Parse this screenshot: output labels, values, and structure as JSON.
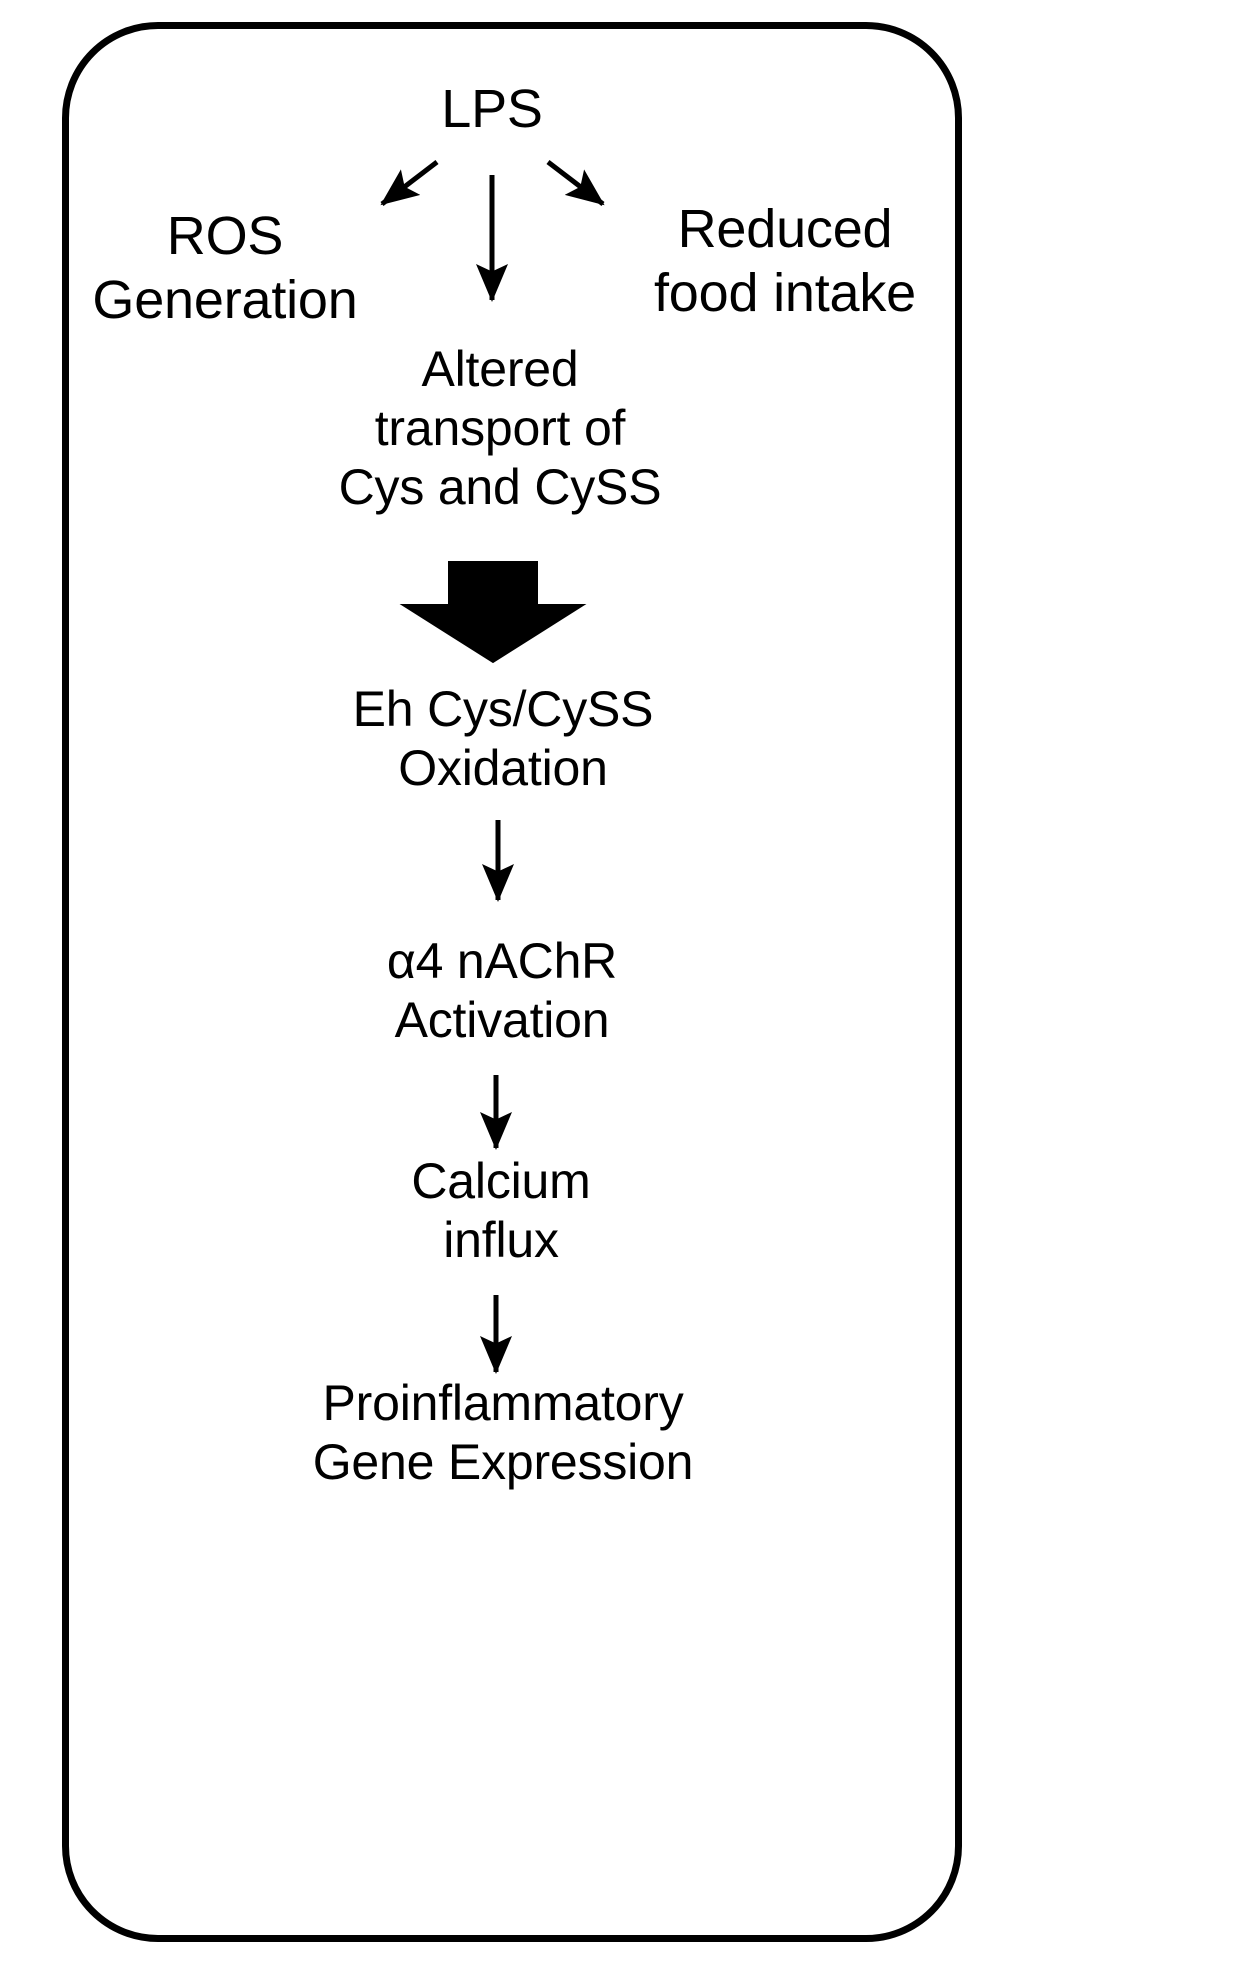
{
  "diagram": {
    "title": "LPS signaling pathway to proinflammatory gene expression",
    "container_shape": "rounded-rectangle",
    "stroke_color": "#000000",
    "text_color": "#000000",
    "background_color": "#ffffff",
    "nodes": [
      {
        "id": "lps",
        "label": "LPS",
        "font_size": 54
      },
      {
        "id": "ros",
        "label": "ROS\nGeneration",
        "font_size": 54
      },
      {
        "id": "reduced_food",
        "label": "Reduced\nfood intake",
        "font_size": 54
      },
      {
        "id": "altered",
        "label": "Altered\ntransport of\nCys and CySS",
        "font_size": 50
      },
      {
        "id": "eh_oxidation",
        "label": "Eh Cys/CySS\nOxidation",
        "font_size": 50
      },
      {
        "id": "nachr",
        "label": "α4 nAChR\nActivation",
        "font_size": 50
      },
      {
        "id": "calcium",
        "label": "Calcium\ninflux",
        "font_size": 50
      },
      {
        "id": "proinflam",
        "label": "Proinflammatory\nGene Expression",
        "font_size": 50
      }
    ],
    "edges": [
      {
        "id": "lps-to-ros",
        "from": "lps",
        "to": "ros",
        "style": "thin-arrow",
        "direction": "down-left"
      },
      {
        "id": "lps-to-altered",
        "from": "lps",
        "to": "altered",
        "style": "thin-arrow",
        "direction": "down"
      },
      {
        "id": "lps-to-reduced-food",
        "from": "lps",
        "to": "reduced_food",
        "style": "thin-arrow",
        "direction": "down-right"
      },
      {
        "id": "altered-to-eh",
        "from": "altered",
        "to": "eh_oxidation",
        "style": "thick-block-arrow",
        "direction": "down"
      },
      {
        "id": "eh-to-nachr",
        "from": "eh_oxidation",
        "to": "nachr",
        "style": "thin-arrow",
        "direction": "down"
      },
      {
        "id": "nachr-to-calcium",
        "from": "nachr",
        "to": "calcium",
        "style": "thin-arrow",
        "direction": "down"
      },
      {
        "id": "calcium-to-proinflam",
        "from": "calcium",
        "to": "proinflam",
        "style": "thin-arrow",
        "direction": "down"
      }
    ]
  }
}
